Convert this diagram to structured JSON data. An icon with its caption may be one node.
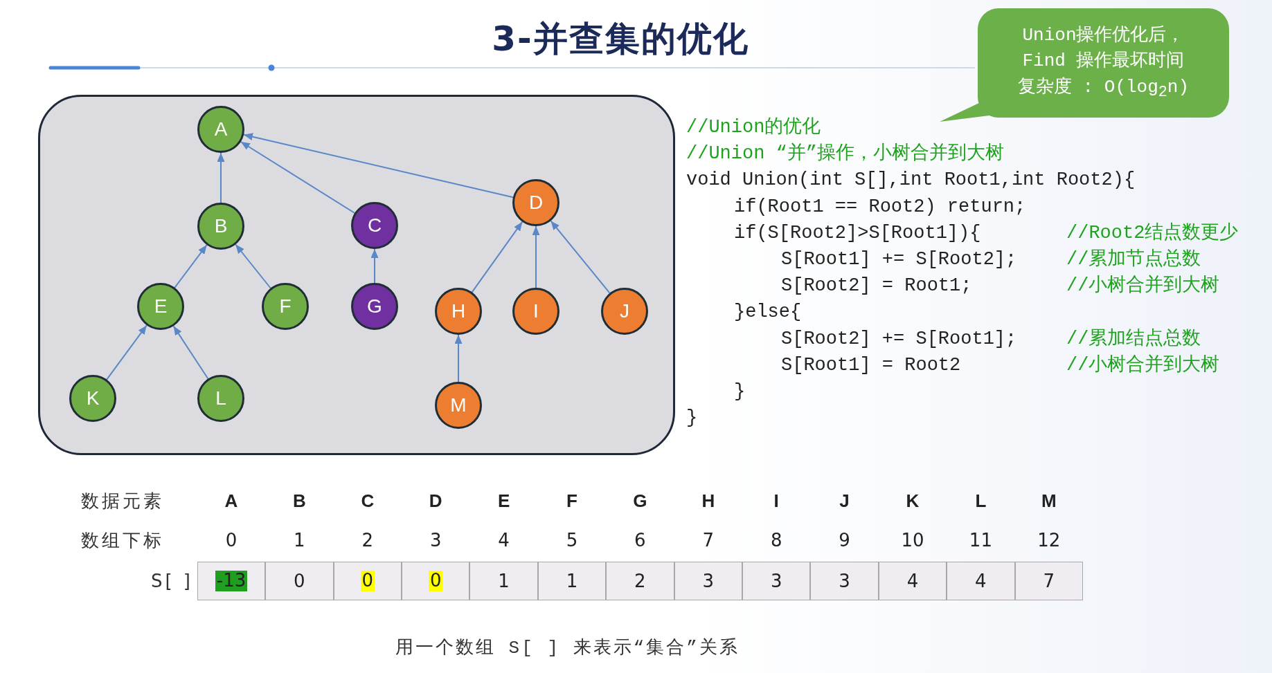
{
  "diagram": {
    "title": "3-并查集的优化",
    "caption": "用一个数组 S[ ] 来表示“集合”关系",
    "nodes": [
      {
        "text": [
          "Union操作优化后，Find 操作最坏时间复杂度 : O(log$_{2}$n)"
        ]
      },
      {
        "text": [],
        "shape": "box"
      },
      {
        "text": [
          "A"
        ],
        "in": 1
      },
      {
        "text": [
          "B"
        ],
        "in": 1
      },
      {
        "text": [
          "C"
        ],
        "in": 1
      },
      {
        "text": [
          "D"
        ],
        "in": 1
      },
      {
        "text": [
          "E"
        ],
        "in": 1
      },
      {
        "text": [
          "F"
        ],
        "in": 1
      },
      {
        "text": [
          "G"
        ],
        "in": 1
      },
      {
        "text": [
          "H"
        ],
        "in": 1
      },
      {
        "text": [
          "I"
        ],
        "in": 1
      },
      {
        "text": [
          "J"
        ],
        "in": 1
      },
      {
        "text": [
          "K"
        ],
        "in": 1
      },
      {
        "text": [
          "L"
        ],
        "in": 1
      },
      {
        "text": [
          "M"
        ],
        "in": 1
      }
    ],
    "edges": [
      {
        "from": 3,
        "to": 2,
        "arrow": "to"
      },
      {
        "from": 4,
        "to": 2,
        "arrow": "to"
      },
      {
        "from": 5,
        "to": 2,
        "arrow": "to"
      },
      {
        "from": 6,
        "to": 3,
        "arrow": "to"
      },
      {
        "from": 7,
        "to": 3,
        "arrow": "to"
      },
      {
        "from": 8,
        "to": 4,
        "arrow": "to"
      },
      {
        "from": 9,
        "to": 5,
        "arrow": "to"
      },
      {
        "from": 10,
        "to": 5,
        "arrow": "to"
      },
      {
        "from": 11,
        "to": 5,
        "arrow": "to"
      },
      {
        "from": 12,
        "to": 6,
        "arrow": "to"
      },
      {
        "from": 13,
        "to": 6,
        "arrow": "to"
      },
      {
        "from": 14,
        "to": 9,
        "arrow": "to"
      }
    ],
    "labels": [
      "//Union的优化",
      "//Union “并”操作，小树合并到大树",
      "void Union(int S[],int Root1,int Root2){",
      "if(Root1 == Root2) return;",
      "if(S[Root2]>S[Root1]){",
      "//Root2结点数更少",
      "S[Root1] += S[Root2];",
      "//累加节点总数",
      "S[Root2] = Root1;",
      "//小树合并到大树",
      "}else{",
      "S[Root2] += S[Root1];",
      "//累加结点总数",
      "S[Root1] = Root2",
      "//小树合并到大树",
      "}",
      "}",
      "数据元素",
      "A",
      "B",
      "C",
      "D",
      "E",
      "F",
      "G",
      "H",
      "I",
      "J",
      "K",
      "L",
      "M",
      "数组下标",
      "0",
      "1",
      "2",
      "3",
      "4",
      "5",
      "6",
      "7",
      "8",
      "9",
      "10",
      "11",
      "12",
      "S[ ]",
      "-13",
      "0",
      "0",
      "0",
      "1",
      "1",
      "2",
      "3",
      "3",
      "3",
      "4",
      "4",
      "7"
    ]
  }
}
